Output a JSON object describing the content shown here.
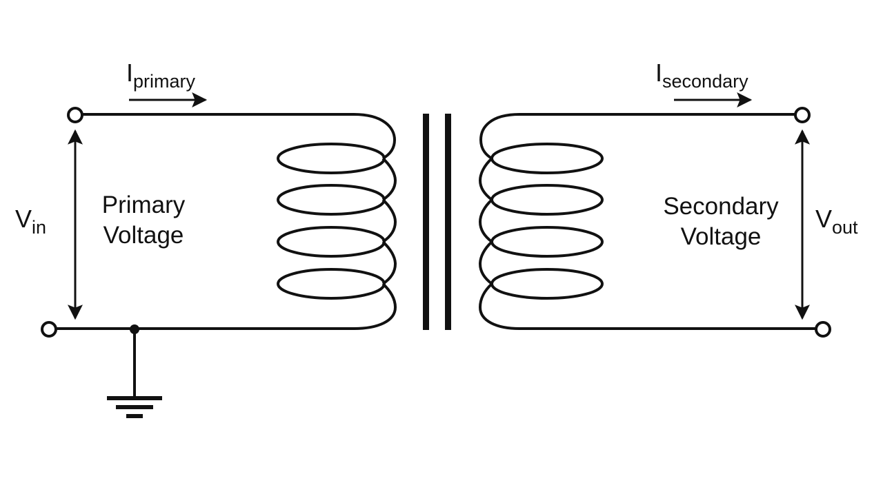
{
  "primary": {
    "current_symbol": "I",
    "current_subscript": "primary",
    "voltage_symbol": "V",
    "voltage_subscript": "in",
    "label_line1": "Primary",
    "label_line2": "Voltage"
  },
  "secondary": {
    "current_symbol": "I",
    "current_subscript": "secondary",
    "voltage_symbol": "V",
    "voltage_subscript": "out",
    "label_line1": "Secondary",
    "label_line2": "Voltage"
  },
  "colors": {
    "stroke": "#111111",
    "background": "#ffffff"
  }
}
